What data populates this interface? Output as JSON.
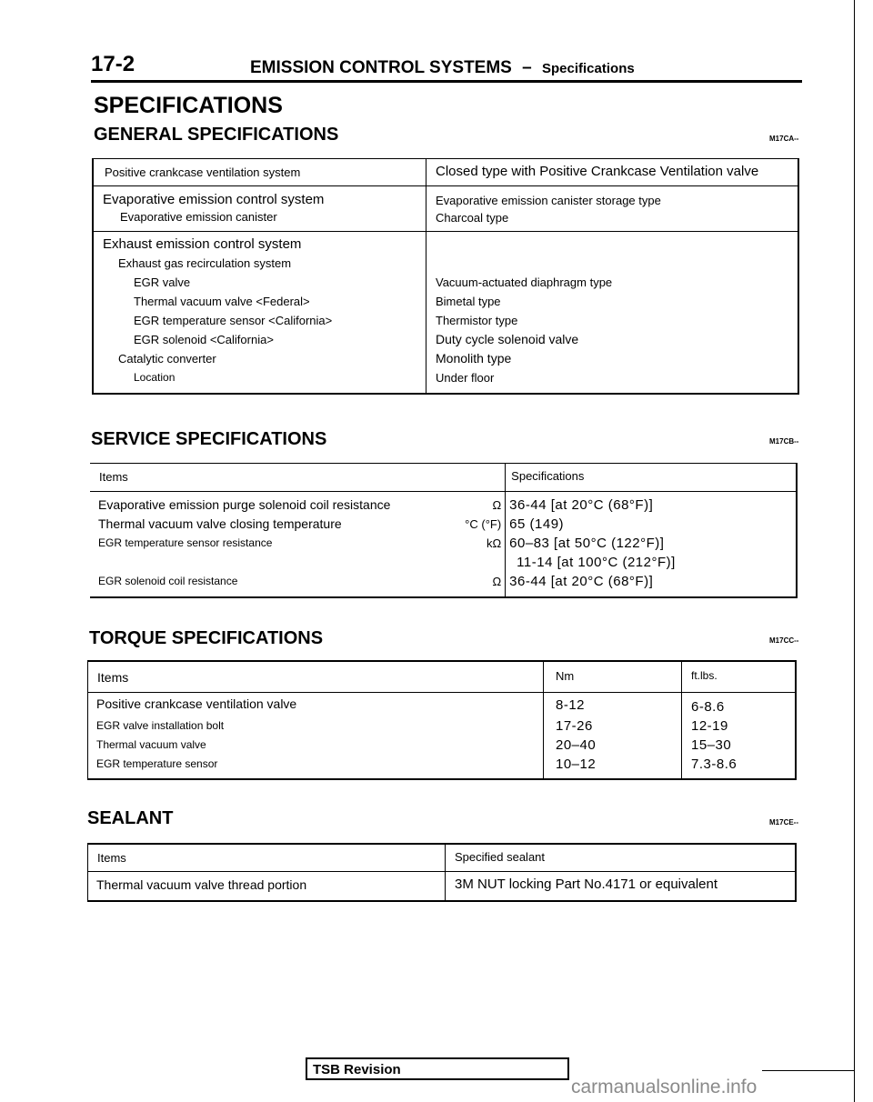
{
  "header": {
    "page_number": "17-2",
    "title": "EMISSION CONTROL SYSTEMS",
    "dash": "–",
    "subtitle": "Specifications"
  },
  "specifications_title": "SPECIFICATIONS",
  "general": {
    "title": "GENERAL SPECIFICATIONS",
    "code": "M17CA--",
    "rows": [
      {
        "item": "Positive crankcase ventilation system",
        "spec": "Closed type with Positive Crankcase Ventilation valve"
      },
      {
        "item": "Evaporative emission control system",
        "spec": "Evaporative emission canister storage type"
      },
      {
        "item": "Evaporative emission canister",
        "spec": "Charcoal type"
      },
      {
        "item": "Exhaust emission control system",
        "spec": ""
      },
      {
        "item": "Exhaust gas recirculation system",
        "spec": ""
      },
      {
        "item": "EGR valve",
        "spec": "Vacuum-actuated diaphragm type"
      },
      {
        "item": "Thermal vacuum valve <Federal>",
        "spec": "Bimetal type"
      },
      {
        "item": "EGR temperature sensor <California>",
        "spec": "Thermistor type"
      },
      {
        "item": "EGR solenoid <California>",
        "spec": "Duty cycle solenoid valve"
      },
      {
        "item": "Catalytic converter",
        "spec": "Monolith type"
      },
      {
        "item": "Location",
        "spec": "Under floor"
      }
    ]
  },
  "service": {
    "title": "SERVICE SPECIFICATIONS",
    "code": "M17CB--",
    "header_items": "Items",
    "header_specs": "Specifications",
    "rows": [
      {
        "item": "Evaporative emission purge solenoid coil resistance",
        "unit": "Ω",
        "value": "36-44 [at 20°C (68°F)]"
      },
      {
        "item": "Thermal vacuum valve closing temperature",
        "unit": "°C (°F)",
        "value": "65 (149)"
      },
      {
        "item": "EGR temperature sensor resistance",
        "unit": "kΩ",
        "value": "60–83 [at 50°C (122°F)]"
      },
      {
        "item": "",
        "unit": "",
        "value": "11-14 [at 100°C (212°F)]"
      },
      {
        "item": "EGR solenoid coil resistance",
        "unit": "Ω",
        "value": "36-44 [at 20°C (68°F)]"
      }
    ]
  },
  "torque": {
    "title": "TORQUE SPECIFICATIONS",
    "code": "M17CC--",
    "header_items": "Items",
    "header_nm": "Nm",
    "header_ftlbs": "ft.lbs.",
    "rows": [
      {
        "item": "Positive crankcase ventilation valve",
        "nm": "8-12",
        "ftlbs": "6-8.6"
      },
      {
        "item": "EGR valve installation bolt",
        "nm": "17-26",
        "ftlbs": "12-19"
      },
      {
        "item": "Thermal vacuum valve",
        "nm": "20–40",
        "ftlbs": "15–30"
      },
      {
        "item": "EGR temperature sensor",
        "nm": "10–12",
        "ftlbs": "7.3-8.6"
      }
    ]
  },
  "sealant": {
    "title": "SEALANT",
    "code": "M17CE--",
    "header_items": "Items",
    "header_sealant": "Specified sealant",
    "row": {
      "item": "Thermal vacuum valve thread portion",
      "sealant": "3M NUT locking Part No.4171 or equivalent"
    }
  },
  "footer": {
    "tsb": "TSB Revision",
    "watermark": "carmanualsonline.info"
  }
}
